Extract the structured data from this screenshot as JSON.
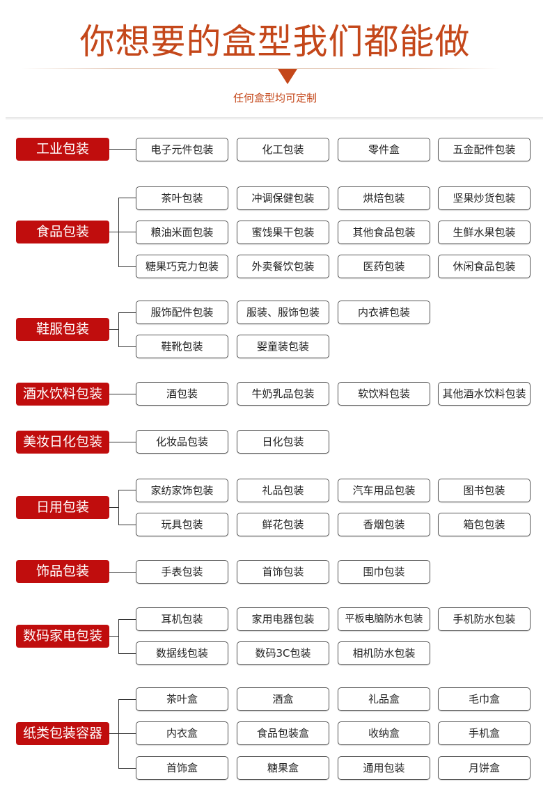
{
  "header": {
    "title": "你想要的盒型我们都能做",
    "subtitle": "任何盒型均可定制",
    "accent_color": "#c4471a",
    "label_color": "#c00d0d"
  },
  "categories": [
    {
      "label": "工业包装",
      "items": [
        "电子元件包装",
        "化工包装",
        "零件盒",
        "五金配件包装"
      ]
    },
    {
      "label": "食品包装",
      "items": [
        "茶叶包装",
        "冲调保健包装",
        "烘焙包装",
        "坚果炒货包装",
        "粮油米面包装",
        "蜜饯果干包装",
        "其他食品包装",
        "生鲜水果包装",
        "糖果巧克力包装",
        "外卖餐饮包装",
        "医药包装",
        "休闲食品包装"
      ]
    },
    {
      "label": "鞋服包装",
      "items": [
        "服饰配件包装",
        "服装、服饰包装",
        "内衣裤包装",
        "鞋靴包装",
        "婴童装包装"
      ]
    },
    {
      "label": "酒水饮料包装",
      "items": [
        "酒包装",
        "牛奶乳品包装",
        "软饮料包装",
        "其他酒水饮料包装"
      ]
    },
    {
      "label": "美妆日化包装",
      "items": [
        "化妆品包装",
        "日化包装"
      ]
    },
    {
      "label": "日用包装",
      "items": [
        "家纺家饰包装",
        "礼品包装",
        "汽车用品包装",
        "图书包装",
        "玩具包装",
        "鲜花包装",
        "香烟包装",
        "箱包包装"
      ]
    },
    {
      "label": "饰品包装",
      "items": [
        "手表包装",
        "首饰包装",
        "围巾包装"
      ]
    },
    {
      "label": "数码家电包装",
      "items": [
        "耳机包装",
        "家用电器包装",
        "平板电脑防水包装",
        "手机防水包装",
        "数据线包装",
        "数码3C包装",
        "相机防水包装"
      ]
    },
    {
      "label": "纸类包装容器",
      "items": [
        "茶叶盒",
        "酒盒",
        "礼品盒",
        "毛巾盒",
        "内衣盒",
        "食品包装盒",
        "收纳盒",
        "手机盒",
        "首饰盒",
        "糖果盒",
        "通用包装",
        "月饼盒"
      ]
    }
  ]
}
